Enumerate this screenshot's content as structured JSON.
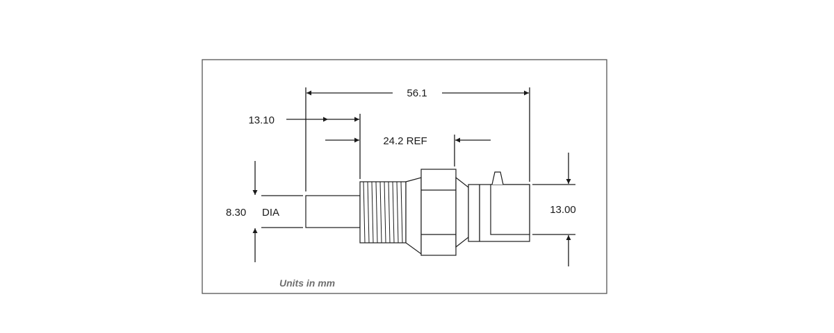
{
  "drawing": {
    "dimensions": {
      "overall_length": "56.1",
      "probe_length": "13.10",
      "thread_ref": "24.2 REF",
      "probe_dia_value": "8.30",
      "probe_dia_suffix": "DIA",
      "connector_height": "13.00"
    },
    "units_note": "Units in mm",
    "colors": {
      "line": "#1a1a1a",
      "frame": "#555555",
      "note": "#6e6e6e"
    }
  }
}
